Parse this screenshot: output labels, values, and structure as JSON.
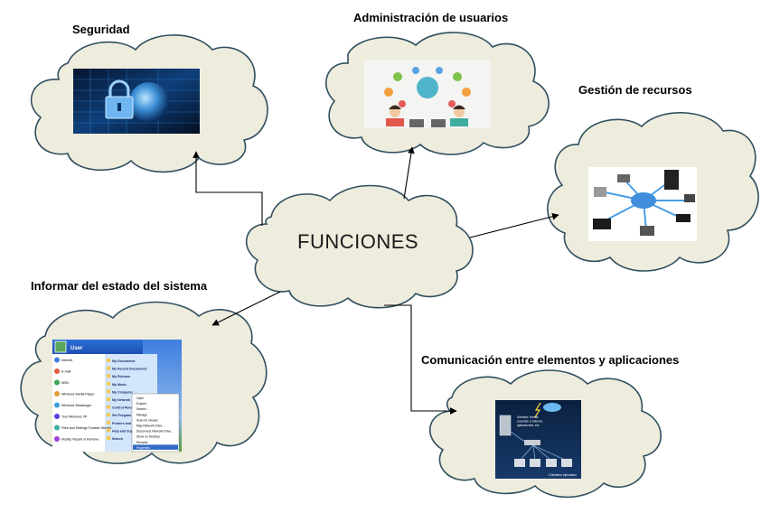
{
  "center": {
    "label": "FUNCIONES"
  },
  "nodes": [
    {
      "id": "seguridad",
      "label": "Seguridad",
      "image": "security-lock-globe-image"
    },
    {
      "id": "usuarios",
      "label": "Administración de usuarios",
      "image": "user-administration-image"
    },
    {
      "id": "recursos",
      "label": "Gestión de recursos",
      "image": "network-resources-image"
    },
    {
      "id": "estado",
      "label": "Informar del estado del sistema",
      "image": "windows-start-menu-image"
    },
    {
      "id": "comunicacion",
      "label": "Comunicación entre elementos y aplicaciones",
      "image": "client-server-network-image"
    }
  ],
  "startmenu": {
    "user": "User",
    "left_items": [
      "Internet",
      "E-mail",
      "MSN",
      "Windows Media Player",
      "Windows Messenger",
      "Tour Windows XP",
      "Files and Settings Transfer Wizard",
      "Modify, Repair or Remove"
    ],
    "right_items": [
      "My Documents",
      "My Recent Documents",
      "My Pictures",
      "My Music",
      "My Computer",
      "My Network",
      "Control Panel",
      "Set Program Access and Defaults",
      "Printers and Faxes",
      "Help and Support",
      "Search"
    ],
    "context_items": [
      "Open",
      "Explore",
      "Search...",
      "Manage",
      "Scan for viruses",
      "Map Network Drive...",
      "Disconnect Network Drive...",
      "Show on Desktop",
      "Rename",
      "Properties"
    ]
  },
  "server_caption": "Servidor: brinda conexión a Internet, aplicaciones, etc.",
  "clients_caption": "Clientes ejecutan",
  "colors": {
    "cloud_fill": "#eeecdd",
    "cloud_stroke": "#2f4f5f",
    "arrow": "#000000"
  }
}
